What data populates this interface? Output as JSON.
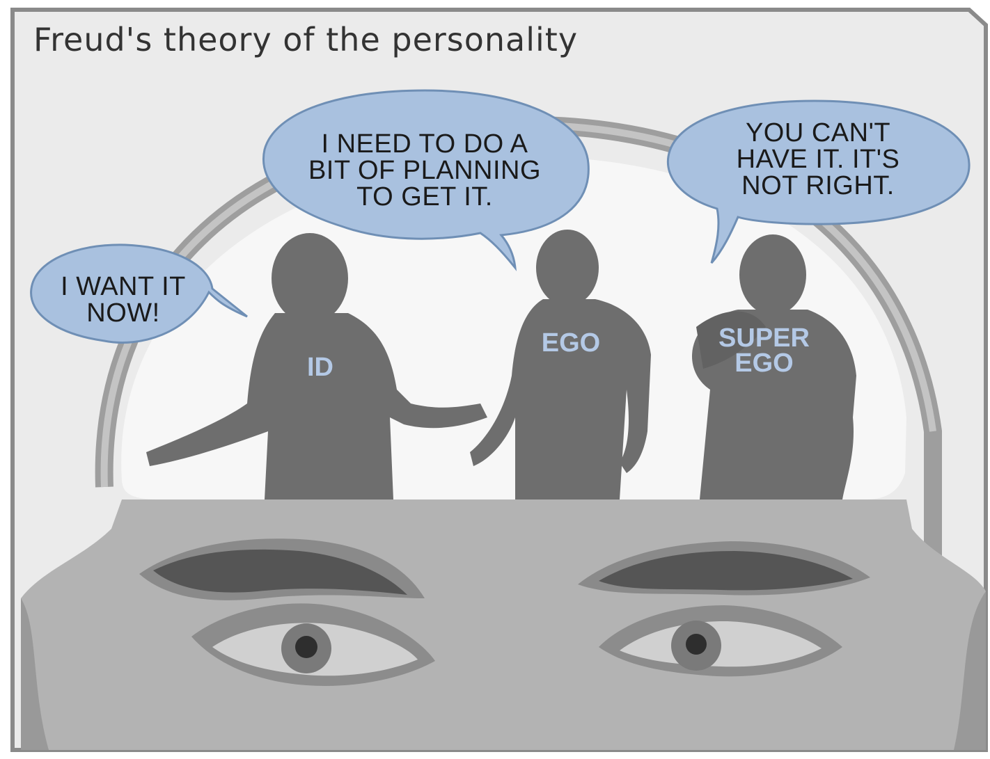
{
  "title": "Freud's theory of the personality",
  "speech_bubbles": {
    "id": [
      "I WANT IT",
      "NOW!"
    ],
    "ego": [
      "I NEED TO DO A",
      "BIT OF PLANNING",
      "TO GET IT."
    ],
    "superego": [
      "YOU CAN'T",
      "HAVE IT. IT'S",
      "NOT RIGHT."
    ]
  },
  "figure_labels": {
    "id": "ID",
    "ego": "EGO",
    "superego_line1": "SUPER",
    "superego_line2": "EGO"
  },
  "colors": {
    "background": "#ebebeb",
    "bubble_fill": "#a9c1df",
    "bubble_outline": "#6f8fb5",
    "figure_fill": "#6e6e6e",
    "label_color": "#b4c9e6",
    "head_outline": "#9a9a9a",
    "face_fill": "#b3b3b3"
  }
}
